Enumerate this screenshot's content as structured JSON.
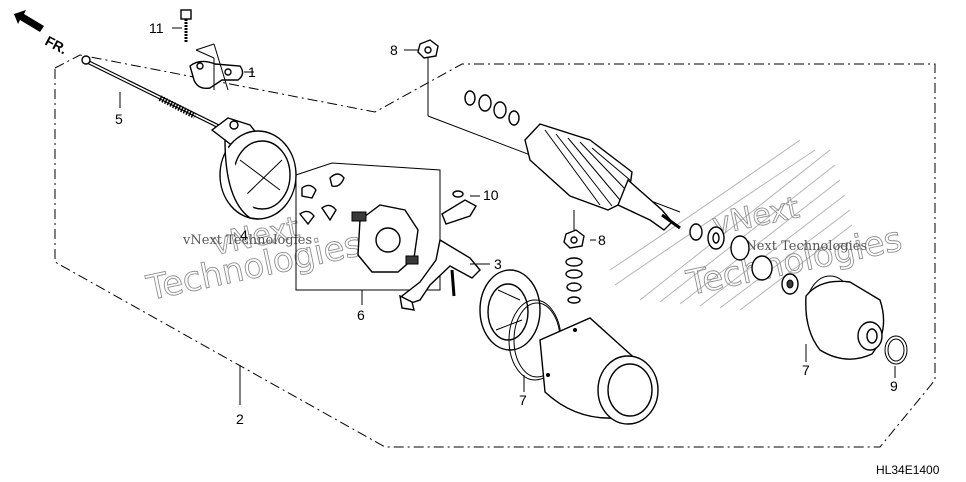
{
  "direction_marker": {
    "label": "FR."
  },
  "callouts": [
    {
      "id": "1",
      "text": "1"
    },
    {
      "id": "2",
      "text": "2"
    },
    {
      "id": "3",
      "text": "3"
    },
    {
      "id": "4",
      "text": "4"
    },
    {
      "id": "5",
      "text": "5"
    },
    {
      "id": "6",
      "text": "6"
    },
    {
      "id": "7a",
      "text": "7"
    },
    {
      "id": "7b",
      "text": "7"
    },
    {
      "id": "8a",
      "text": "8"
    },
    {
      "id": "8b",
      "text": "8"
    },
    {
      "id": "9",
      "text": "9"
    },
    {
      "id": "10",
      "text": "10"
    },
    {
      "id": "11",
      "text": "11"
    }
  ],
  "watermarks": [
    {
      "line1": "vNext",
      "line2": "Technologies"
    },
    {
      "line1": "vNext",
      "line2": "Technologies"
    }
  ],
  "watermark_small": [
    "vNext Technologies",
    "vNext Technologies"
  ],
  "diagram_code": "HL34E1400",
  "colors": {
    "ink": "#000000",
    "watermark": "#8f8f8f",
    "background": "#ffffff"
  }
}
